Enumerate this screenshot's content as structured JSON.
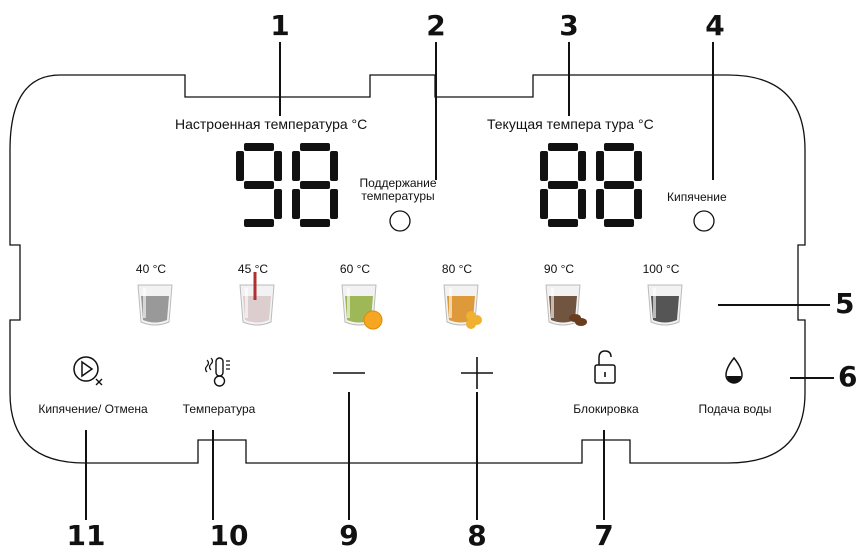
{
  "callouts": [
    "1",
    "2",
    "3",
    "4",
    "5",
    "6",
    "7",
    "8",
    "9",
    "10",
    "11"
  ],
  "display": {
    "set_temp_label": "Настроенная температура °C",
    "set_temp_value": "98",
    "current_temp_label": "Текущая темпера тура °C",
    "current_temp_value": "88",
    "keep_warm_label_line1": "Поддержание",
    "keep_warm_label_line2": "температуры",
    "boil_label": "Кипячение"
  },
  "presets": [
    {
      "temp": "40 °C",
      "color": "#8a8a8a",
      "extra": "none"
    },
    {
      "temp": "45 °C",
      "color": "#d8c8c8",
      "extra": "straw"
    },
    {
      "temp": "60 °C",
      "color": "#8fae3c",
      "extra": "lemon"
    },
    {
      "temp": "80 °C",
      "color": "#d98a1a",
      "extra": "honey"
    },
    {
      "temp": "90 °C",
      "color": "#5a3a22",
      "extra": "beans"
    },
    {
      "temp": "100 °C",
      "color": "#3a3a3a",
      "extra": "none"
    }
  ],
  "buttons": {
    "boil_cancel_label": "Кипячение/ Отмена",
    "temperature_label": "Температура",
    "lock_label": "Блокировка",
    "water_label": "Подача воды"
  },
  "icons": {
    "boil_cancel": "play-x-icon",
    "temperature": "thermometer-icon",
    "minus": "minus-icon",
    "plus": "plus-icon",
    "lock": "unlock-icon",
    "water": "water-drop-icon"
  }
}
